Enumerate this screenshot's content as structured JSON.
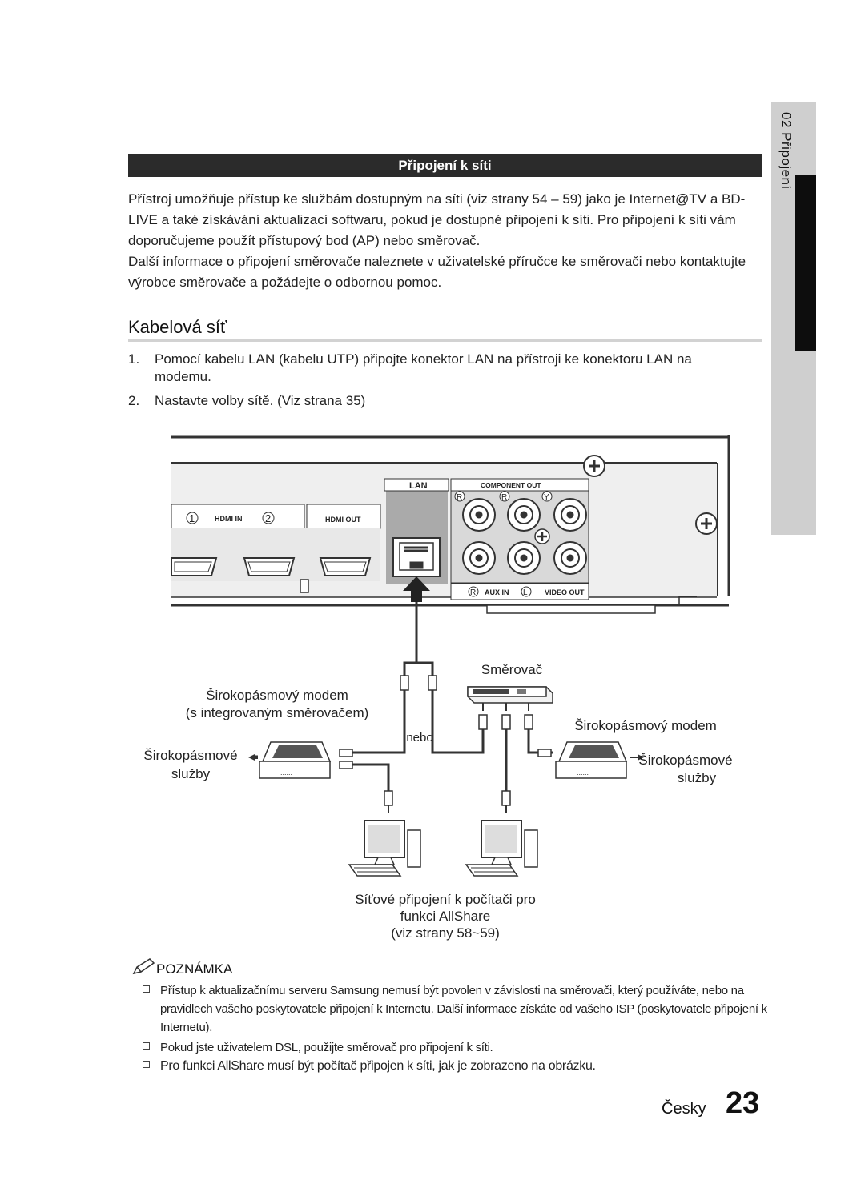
{
  "side_tab": {
    "label": "02  Připojení"
  },
  "section_title": "Připojení k síti",
  "intro": {
    "para1": "Přístroj umožňuje přístup ke službám dostupným na síti (viz strany 54 – 59) jako je Internet@TV a BD-LIVE a také získávání aktualizací softwaru, pokud je dostupné připojení k síti. Pro připojení k síti vám doporučujeme použít přístupový bod (AP) nebo směrovač.",
    "para2": "Další informace o připojení směrovače naleznete v uživatelské příručce ke směrovači nebo kontaktujte výrobce směrovače a požádejte o odbornou pomoc."
  },
  "heading": "Kabelová síť",
  "steps": [
    {
      "num": "1.",
      "text": "Pomocí kabelu LAN (kabelu UTP) připojte konektor LAN na přístroji ke konektoru LAN na modemu."
    },
    {
      "num": "2.",
      "text": "Nastavte volby sítě. (Viz strana 35)"
    }
  ],
  "diagram": {
    "panel": {
      "hdmi_in": "HDMI IN",
      "hdmi_in_1": "1",
      "hdmi_in_2": "2",
      "hdmi_out": "HDMI OUT",
      "lan": "LAN",
      "component_out": "COMPONENT OUT",
      "jack_pr": "R",
      "jack_pb": "R",
      "jack_y": "Y",
      "aux_r": "R",
      "aux_in": "AUX IN",
      "aux_l": "L",
      "video_out": "VIDEO OUT"
    },
    "router_label": "Směrovač",
    "modem_integrated_label_1": "Širokopásmový modem",
    "modem_integrated_label_2": "(s integrovaným směrovačem)",
    "broadband_services_left_1": "Širokopásmové",
    "broadband_services_left_2": "služby",
    "or_label": "nebo",
    "modem_label": "Širokopásmový modem",
    "broadband_services_right_1": "Širokopásmové",
    "broadband_services_right_2": "služby",
    "pc_caption_1": "Síťové připojení k počítači pro",
    "pc_caption_2": "funkci AllShare",
    "pc_caption_3": "(viz strany 58~59)"
  },
  "note": {
    "heading": "POZNÁMKA",
    "items": [
      "Přístup k aktualizačnímu serveru Samsung nemusí být povolen v závislosti na směrovači, který používáte, nebo na pravidlech vašeho poskytovatele připojení k Internetu. Další informace získáte od vašeho ISP (poskytovatele připojení k Internetu).",
      "Pokud jste uživatelem DSL, použijte směrovač pro připojení k síti.",
      "Pro funkci AllShare musí být počítač připojen k síti, jak je zobrazeno na obrázku."
    ]
  },
  "footer": {
    "language": "Česky",
    "page": "23"
  }
}
